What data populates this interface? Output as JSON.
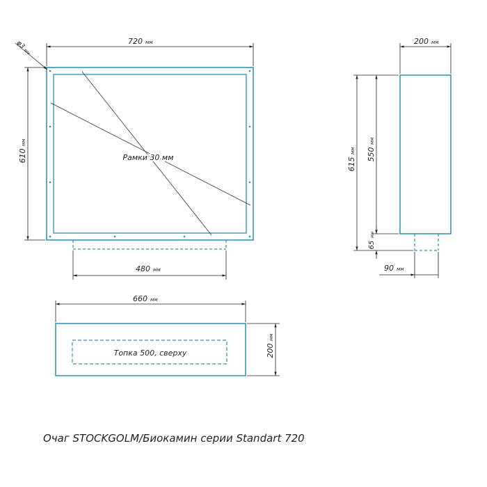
{
  "colors": {
    "outline": "#2a8fb0",
    "dimension": "#222222",
    "background": "#ffffff"
  },
  "front_view": {
    "width_value": "720",
    "height_value": "610",
    "hole_value": "φ3",
    "bottom_value": "480",
    "frame_note": "Рамки 30 мм"
  },
  "side_view": {
    "depth_value": "200",
    "total_value": "615",
    "body_value": "550",
    "lower_value": "65",
    "base_value": "90"
  },
  "top_view": {
    "width_value": "660",
    "depth_value": "200",
    "firebox_note": "Топка 500, сверху"
  },
  "unit": "мм",
  "caption": "Очаг STOCKGOLM/Биокамин серии Standart 720"
}
